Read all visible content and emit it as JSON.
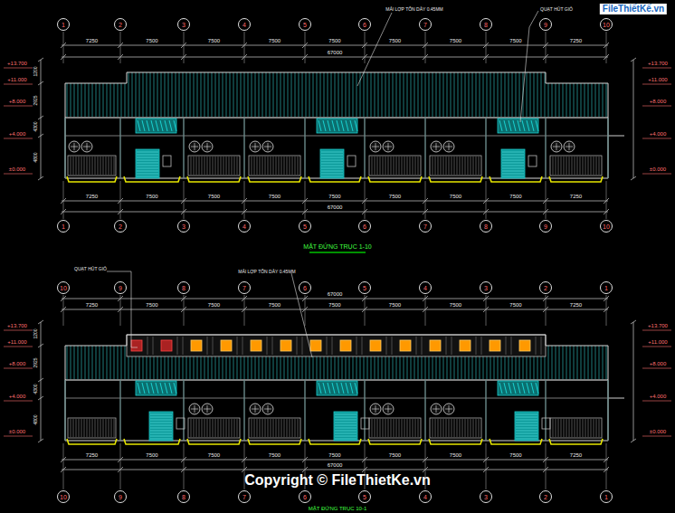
{
  "diagram": {
    "nodes": [
      {
        "text": [
          "1"
        ]
      },
      {
        "text": [
          "2"
        ]
      },
      {
        "text": [
          "3"
        ]
      },
      {
        "text": [
          "4"
        ]
      },
      {
        "text": [
          "5"
        ]
      },
      {
        "text": [
          "6"
        ]
      },
      {
        "text": [
          "7"
        ]
      },
      {
        "text": [
          "8"
        ]
      },
      {
        "text": [
          "9"
        ]
      },
      {
        "text": [
          "10"
        ]
      },
      {
        "text": [
          "1"
        ]
      },
      {
        "text": [
          "2"
        ]
      },
      {
        "text": [
          "3"
        ]
      },
      {
        "text": [
          "4"
        ]
      },
      {
        "text": [
          "5"
        ]
      },
      {
        "text": [
          "6"
        ]
      },
      {
        "text": [
          "7"
        ]
      },
      {
        "text": [
          "8"
        ]
      },
      {
        "text": [
          "9"
        ]
      },
      {
        "text": [
          "10"
        ]
      },
      {
        "text": [
          "10"
        ]
      },
      {
        "text": [
          "9"
        ]
      },
      {
        "text": [
          "8"
        ]
      },
      {
        "text": [
          "7"
        ]
      },
      {
        "text": [
          "6"
        ]
      },
      {
        "text": [
          "5"
        ]
      },
      {
        "text": [
          "4"
        ]
      },
      {
        "text": [
          "3"
        ]
      },
      {
        "text": [
          "2"
        ]
      },
      {
        "text": [
          "1"
        ]
      },
      {
        "text": [
          "10"
        ]
      },
      {
        "text": [
          "9"
        ]
      },
      {
        "text": [
          "8"
        ]
      },
      {
        "text": [
          "7"
        ]
      },
      {
        "text": [
          "6"
        ]
      },
      {
        "text": [
          "5"
        ]
      },
      {
        "text": [
          "4"
        ]
      },
      {
        "text": [
          "3"
        ]
      },
      {
        "text": [
          "2"
        ]
      },
      {
        "text": [
          "1"
        ]
      }
    ],
    "labels": [
      "MÁI LỢP TÔN DÀY 0.45MM",
      "QUẠT HÚT GIÓ",
      "7250",
      "7500",
      "7500",
      "7500",
      "7500",
      "7500",
      "7500",
      "7500",
      "7250",
      "67000",
      "+13.700",
      "+11.000",
      "+8.000",
      "+4.000",
      "±0.000",
      "+13.700",
      "+11.000",
      "+8.000",
      "+4.000",
      "±0.000",
      "1200",
      "2925",
      "4300",
      "4800",
      "7250",
      "7500",
      "7500",
      "7500",
      "7500",
      "7500",
      "7500",
      "7500",
      "7250",
      "67000",
      "MẶT ĐỨNG TRỤC 1-10",
      "QUẠT HÚT GIÓ",
      "MÁI LỢP TÔN DÀY 0.45MM",
      "67000",
      "7250",
      "7500",
      "7500",
      "7500",
      "7500",
      "7500",
      "7500",
      "7500",
      "7250",
      "+13.700",
      "+11.000",
      "+8.000",
      "+4.000",
      "±0.000",
      "+13.700",
      "+11.000",
      "+8.000",
      "+4.000",
      "±0.000",
      "1200",
      "2925",
      "4300",
      "4800",
      "7250",
      "7500",
      "7500",
      "7500",
      "7500",
      "7500",
      "7500",
      "7500",
      "7250",
      "67000",
      "MẶT ĐỨNG TRỤC 10-1",
      "Copyright © FileThietKe.vn",
      "FileThiếtKế.vn"
    ]
  }
}
